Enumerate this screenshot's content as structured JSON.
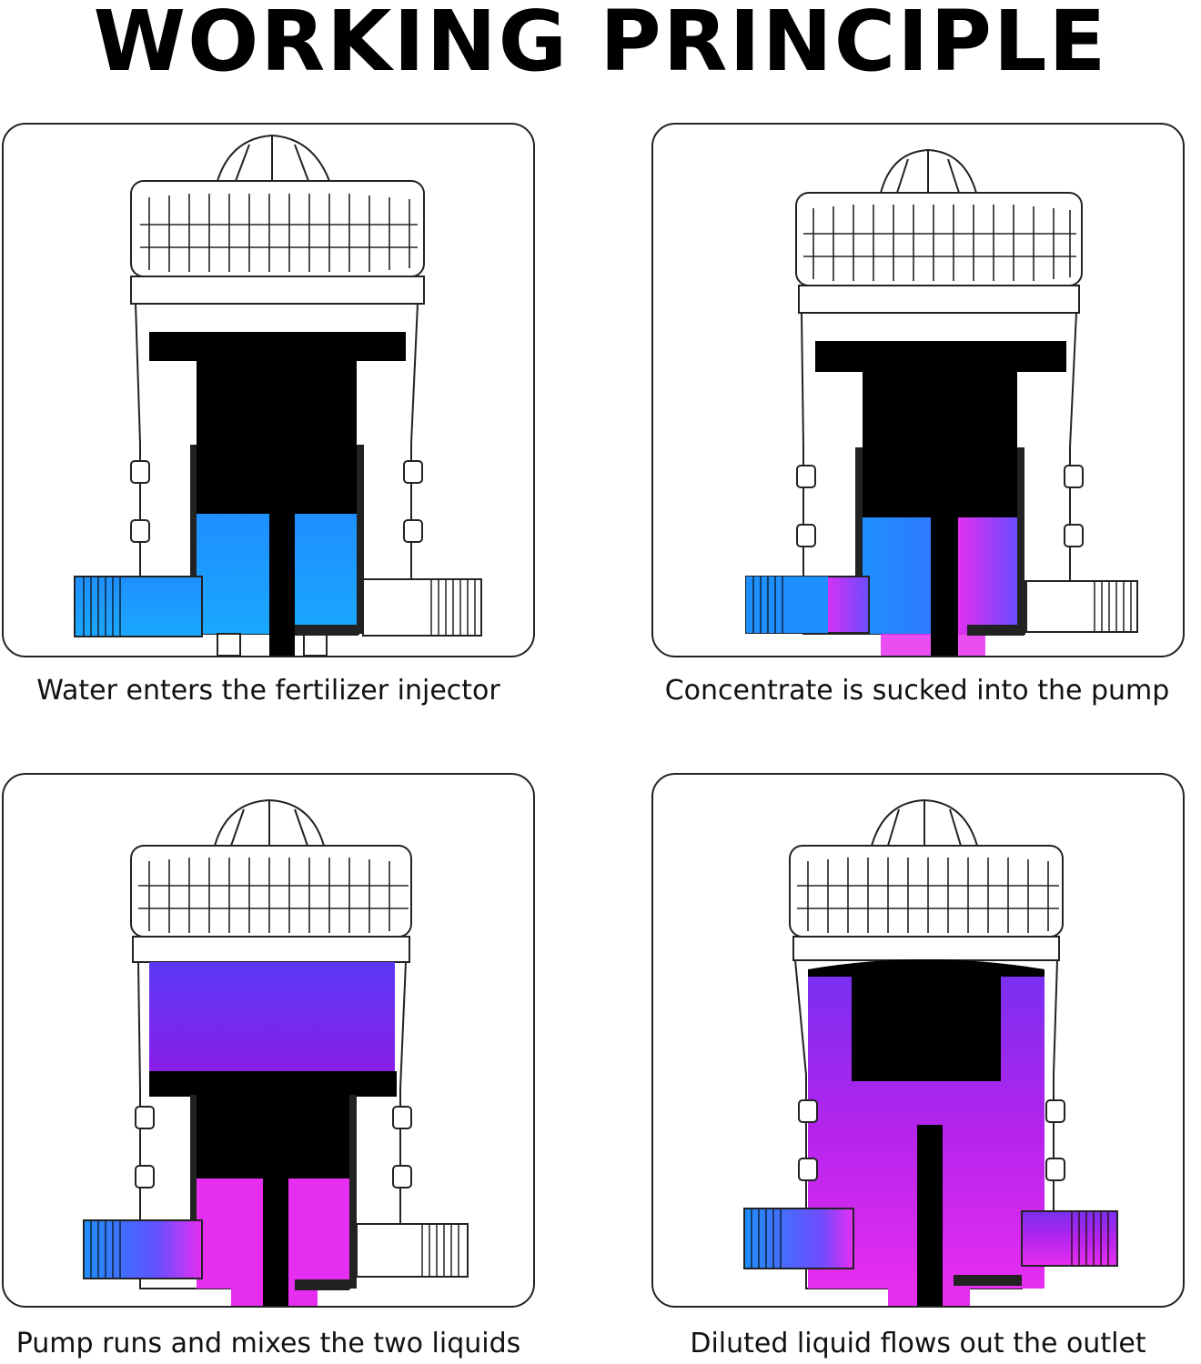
{
  "title": "WORKING PRINCIPLE",
  "colors": {
    "water_blue": "#1e8fff",
    "mix_purple": "#7a1ff0",
    "concentrate_magenta": "#e62ef0",
    "piston_black": "#000000",
    "outline": "#222222"
  },
  "panels": [
    {
      "caption": "Water enters the fertilizer injector",
      "state": "water-in"
    },
    {
      "caption": "Concentrate is sucked into the pump",
      "state": "suction"
    },
    {
      "caption": "Pump runs and mixes the two liquids",
      "state": "mixing"
    },
    {
      "caption": "Diluted liquid flows out the outlet",
      "state": "outlet"
    }
  ]
}
